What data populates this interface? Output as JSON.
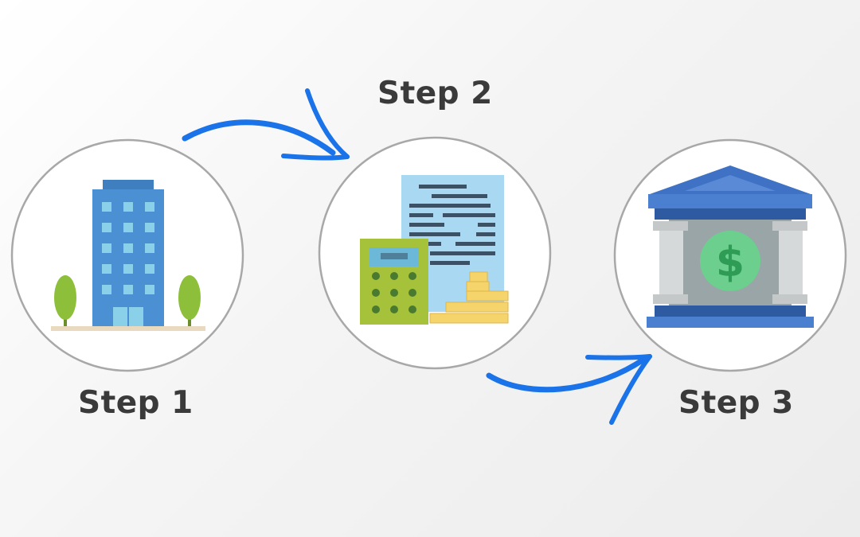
{
  "steps": [
    {
      "label": "Step 1",
      "icon": "office-building-icon"
    },
    {
      "label": "Step 2",
      "icon": "calculator-documents-coins-icon"
    },
    {
      "label": "Step 3",
      "icon": "bank-dollar-icon"
    }
  ],
  "colors": {
    "arrow": "#1a73e8",
    "label": "#3a3a3a",
    "circle_border": "#9e9e9e",
    "circle_fill": "#ffffff",
    "building": "#4a90d2",
    "bank": "#3f72c4",
    "money": "#6ccf8e",
    "calculator": "#a5c23a",
    "coins": "#f5d46b"
  }
}
